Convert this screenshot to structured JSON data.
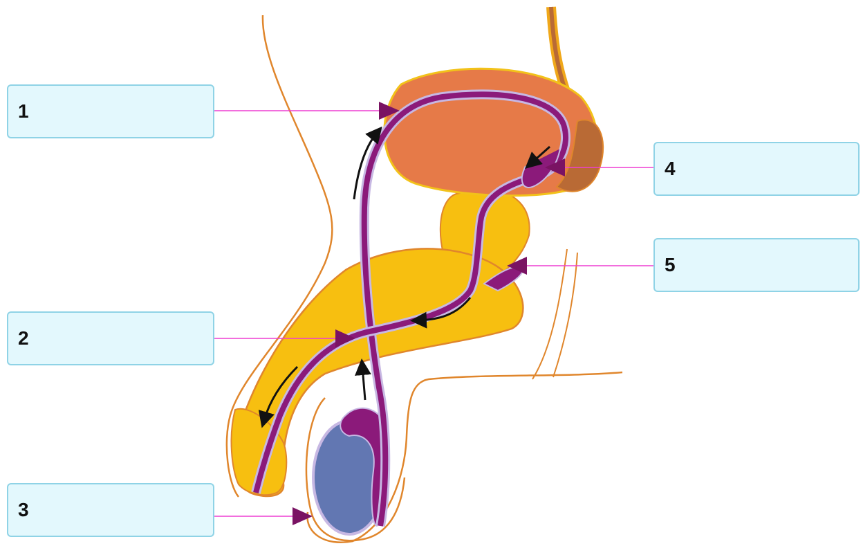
{
  "labels": [
    {
      "id": "1",
      "number": "1",
      "answer": ""
    },
    {
      "id": "2",
      "number": "2",
      "answer": ""
    },
    {
      "id": "3",
      "number": "3",
      "answer": ""
    },
    {
      "id": "4",
      "number": "4",
      "answer": ""
    },
    {
      "id": "5",
      "number": "5",
      "answer": ""
    }
  ],
  "colors": {
    "outline": "#e0862c",
    "bladder": "#e67a48",
    "erectile_tissue": "#f7bf10",
    "duct": "#8b1a7a",
    "duct_edge": "#c7b8e3",
    "testis": "#6277b2",
    "vesicle": "#b96a35",
    "pointer_line": "#ee3fd2",
    "pointer_head": "#7a1363",
    "flow_arrow": "#111111",
    "label_fill": "#e3f8fd",
    "label_border": "#8fd3e6"
  },
  "icons": [
    "flow-arrow-icon",
    "pointer-triangle-icon"
  ]
}
